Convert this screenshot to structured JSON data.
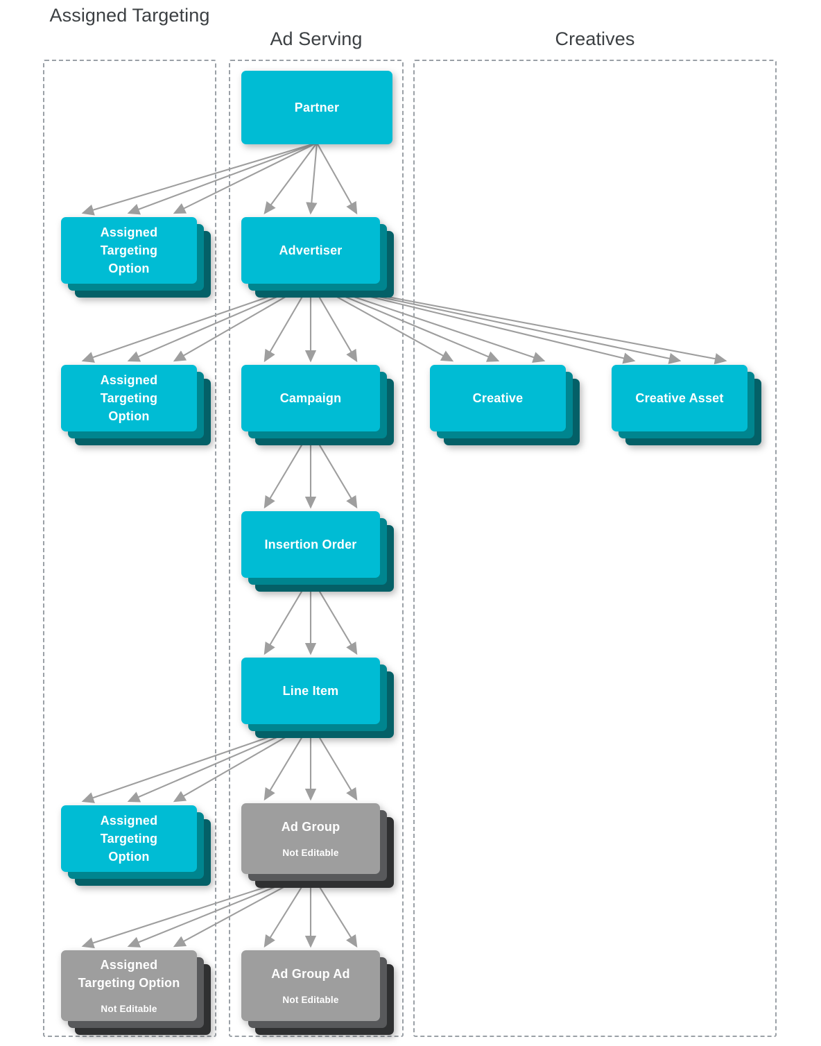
{
  "diagram": {
    "type": "hierarchy-diagram",
    "background": "#ffffff",
    "accent_cyan": "#00bcd4",
    "accent_cyan_shadow_mid": "#00858f",
    "accent_cyan_shadow_dark": "#046067",
    "accent_grey": "#9e9e9e",
    "accent_grey_shadow_mid": "#58595b",
    "accent_grey_shadow_dark": "#2f3031",
    "arrow_color": "#9e9e9e",
    "column_border_color": "#9aa0a6",
    "title_color": "#3c4043"
  },
  "columns": [
    {
      "id": "assigned-targeting",
      "label": "Assigned\nTargeting"
    },
    {
      "id": "ad-serving",
      "label": "Ad Serving"
    },
    {
      "id": "creatives",
      "label": "Creatives"
    }
  ],
  "nodes": [
    {
      "id": "partner",
      "title": "Partner",
      "sub": "",
      "column": "ad-serving",
      "style": "cyan-single"
    },
    {
      "id": "ato-partner",
      "title": "Assigned\nTargeting\nOption",
      "sub": "",
      "column": "assigned-targeting",
      "style": "cyan-stack"
    },
    {
      "id": "advertiser",
      "title": "Advertiser",
      "sub": "",
      "column": "ad-serving",
      "style": "cyan-stack"
    },
    {
      "id": "ato-advertiser",
      "title": "Assigned\nTargeting\nOption",
      "sub": "",
      "column": "assigned-targeting",
      "style": "cyan-stack"
    },
    {
      "id": "campaign",
      "title": "Campaign",
      "sub": "",
      "column": "ad-serving",
      "style": "cyan-stack"
    },
    {
      "id": "creative",
      "title": "Creative",
      "sub": "",
      "column": "creatives",
      "style": "cyan-stack"
    },
    {
      "id": "creative-asset",
      "title": "Creative Asset",
      "sub": "",
      "column": "creatives",
      "style": "cyan-stack"
    },
    {
      "id": "insertion-order",
      "title": "Insertion Order",
      "sub": "",
      "column": "ad-serving",
      "style": "cyan-stack"
    },
    {
      "id": "line-item",
      "title": "Line Item",
      "sub": "",
      "column": "ad-serving",
      "style": "cyan-stack"
    },
    {
      "id": "ato-line-item",
      "title": "Assigned\nTargeting\nOption",
      "sub": "",
      "column": "assigned-targeting",
      "style": "cyan-stack"
    },
    {
      "id": "ad-group",
      "title": "Ad Group",
      "sub": "Not Editable",
      "column": "ad-serving",
      "style": "grey-stack"
    },
    {
      "id": "ato-ad-group",
      "title": "Assigned\nTargeting Option",
      "sub": "Not Editable",
      "column": "assigned-targeting",
      "style": "grey-stack"
    },
    {
      "id": "ad-group-ad",
      "title": "Ad Group Ad",
      "sub": "Not Editable",
      "column": "ad-serving",
      "style": "grey-stack"
    }
  ],
  "edges": [
    {
      "from": "partner",
      "to": "ato-partner",
      "multiplicity": 3
    },
    {
      "from": "partner",
      "to": "advertiser",
      "multiplicity": 3
    },
    {
      "from": "advertiser",
      "to": "ato-advertiser",
      "multiplicity": 3
    },
    {
      "from": "advertiser",
      "to": "campaign",
      "multiplicity": 3
    },
    {
      "from": "advertiser",
      "to": "creative",
      "multiplicity": 3
    },
    {
      "from": "advertiser",
      "to": "creative-asset",
      "multiplicity": 3
    },
    {
      "from": "campaign",
      "to": "insertion-order",
      "multiplicity": 3
    },
    {
      "from": "insertion-order",
      "to": "line-item",
      "multiplicity": 3
    },
    {
      "from": "line-item",
      "to": "ato-line-item",
      "multiplicity": 3
    },
    {
      "from": "line-item",
      "to": "ad-group",
      "multiplicity": 3
    },
    {
      "from": "ad-group",
      "to": "ato-ad-group",
      "multiplicity": 3
    },
    {
      "from": "ad-group",
      "to": "ad-group-ad",
      "multiplicity": 3
    }
  ]
}
